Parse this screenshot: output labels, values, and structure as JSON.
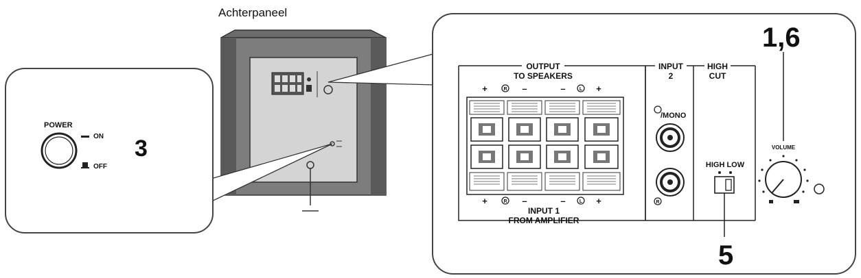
{
  "title": "Achterpaneel",
  "power_panel": {
    "power_label": "POWER",
    "on_label": "ON",
    "off_label": "OFF",
    "step_number": "3"
  },
  "detail_panel": {
    "step_top": "1,6",
    "step_bottom": "5",
    "output_title_1": "OUTPUT",
    "output_title_2": "TO SPEAKERS",
    "input1_title_1": "INPUT 1",
    "input1_title_2": "FROM AMPLIFIER",
    "input2_title_1": "INPUT",
    "input2_title_2": "2",
    "mono_label": "/MONO",
    "r_symbol": "R",
    "l_symbol": "L",
    "plus": "+",
    "minus": "–",
    "high_cut_1": "HIGH",
    "high_cut_2": "CUT",
    "high_low_label": "HIGH LOW",
    "volume_label": "VOLUME"
  }
}
